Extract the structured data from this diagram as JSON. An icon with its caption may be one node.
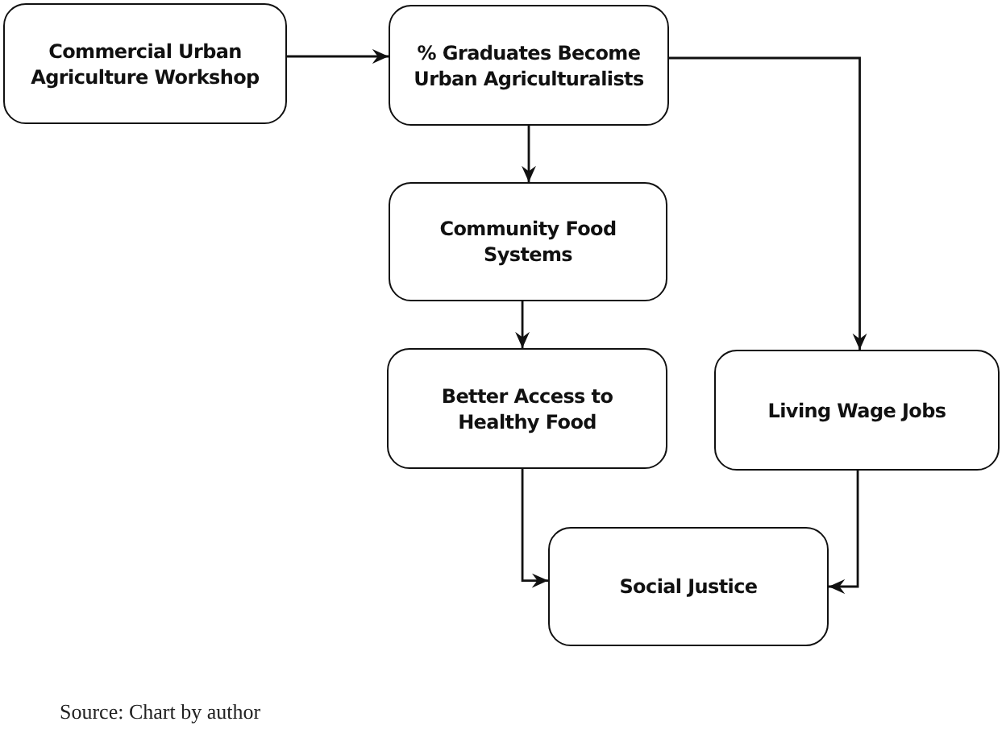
{
  "diagram": {
    "caption": "Source: Chart by author",
    "nodes": [
      {
        "text": [
          "Commercial Urban Agriculture Workshop"
        ]
      },
      {
        "text": [
          "% Graduates Become Urban Agriculturalists"
        ]
      },
      {
        "text": [
          "Community Food Systems"
        ]
      },
      {
        "text": [
          "Better Access to Healthy Food"
        ]
      },
      {
        "text": [
          "Living Wage Jobs"
        ]
      },
      {
        "text": [
          "Social Justice"
        ]
      }
    ],
    "edges": [
      {
        "from": 0,
        "to": 1,
        "arrow": "to"
      },
      {
        "from": 1,
        "to": 2,
        "arrow": "to"
      },
      {
        "from": 2,
        "to": 3,
        "arrow": "to"
      },
      {
        "from": 1,
        "to": 4,
        "arrow": "to"
      },
      {
        "from": 3,
        "to": 5,
        "arrow": "to"
      },
      {
        "from": 4,
        "to": 5,
        "arrow": "to"
      }
    ]
  }
}
